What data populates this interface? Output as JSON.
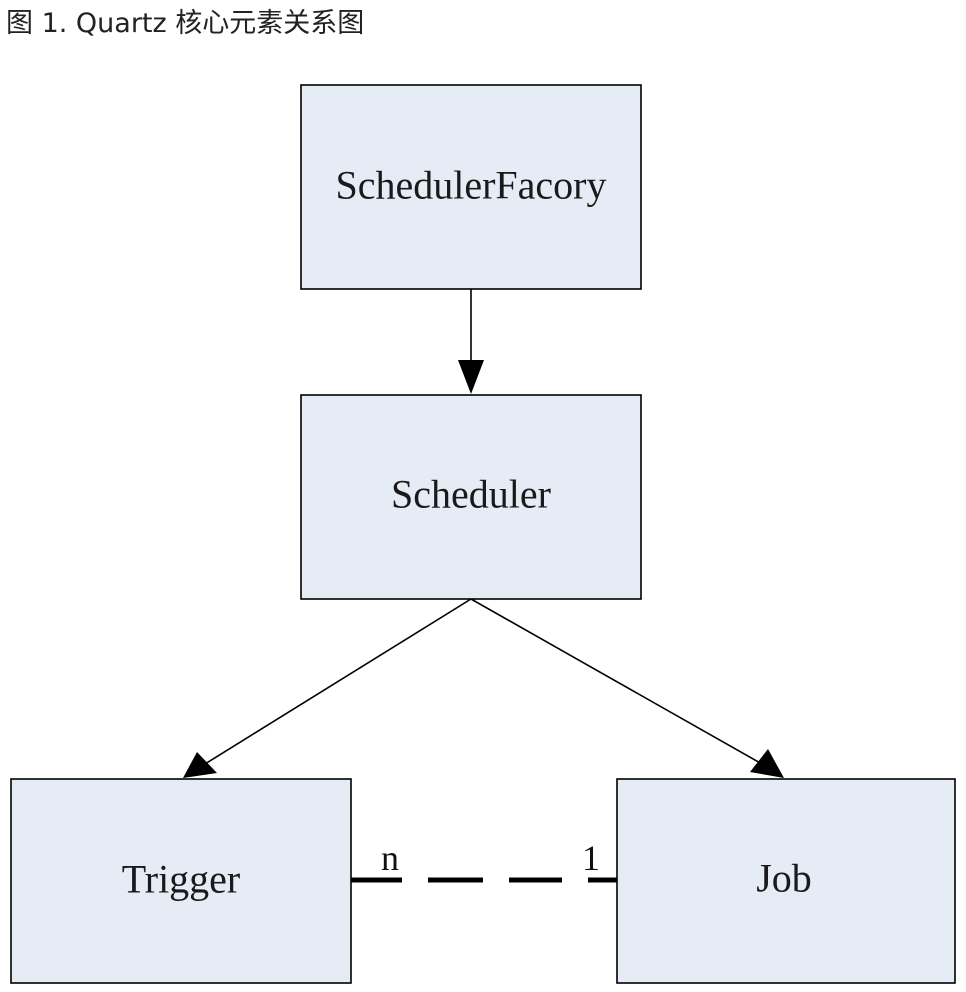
{
  "caption": "图 1. Quartz 核心元素关系图",
  "nodes": {
    "scheduler_factory": "SchedulerFacory",
    "scheduler": "Scheduler",
    "trigger": "Trigger",
    "job": "Job"
  },
  "edges": [
    {
      "from": "scheduler_factory",
      "to": "scheduler",
      "kind": "arrow"
    },
    {
      "from": "scheduler",
      "to": "trigger",
      "kind": "arrow"
    },
    {
      "from": "scheduler",
      "to": "job",
      "kind": "arrow"
    },
    {
      "from": "trigger",
      "to": "job",
      "kind": "dashed-association"
    }
  ],
  "multiplicity": {
    "trigger_end": "n",
    "job_end": "1"
  },
  "colors": {
    "box_fill": "#e6ecf6",
    "box_stroke": "#000000",
    "caption_text": "#222222"
  }
}
